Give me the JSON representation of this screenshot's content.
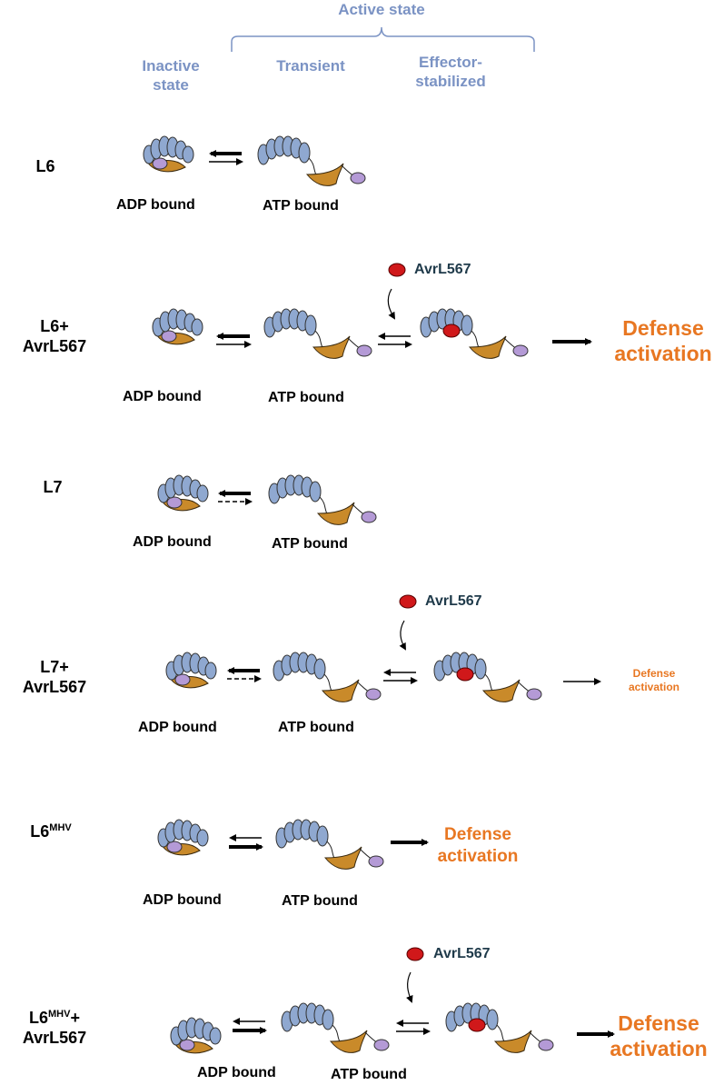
{
  "header": {
    "active_state": "Active state",
    "inactive_line1": "Inactive",
    "inactive_line2": "state",
    "transient": "Transient",
    "stabilized_line1": "Effector-",
    "stabilized_line2": "stabilized"
  },
  "rows": [
    {
      "label_line1": "L6",
      "adp": "ADP bound",
      "atp": "ATP bound"
    },
    {
      "label_line1": "L6+",
      "label_line2": "AvrL567",
      "adp": "ADP bound",
      "atp": "ATP bound",
      "effector": "AvrL567",
      "defense_line1": "Defense",
      "defense_line2": "activation"
    },
    {
      "label_line1": "L7",
      "adp": "ADP bound",
      "atp": "ATP bound"
    },
    {
      "label_line1": "L7+",
      "label_line2": "AvrL567",
      "adp": "ADP bound",
      "atp": "ATP bound",
      "effector": "AvrL567",
      "defense_line1": "Defense",
      "defense_line2": "activation"
    },
    {
      "label_line1": "L6",
      "label_sup": "MHV",
      "adp": "ADP bound",
      "atp": "ATP bound",
      "defense_line1": "Defense",
      "defense_line2": "activation"
    },
    {
      "label_line1": "L6",
      "label_sup": "MHV",
      "label_suffix": "+",
      "label_line2": "AvrL567",
      "adp": "ADP bound",
      "atp": "ATP bound",
      "effector": "AvrL567",
      "defense_line1": "Defense",
      "defense_line2": "activation"
    }
  ],
  "colors": {
    "header_text": "#7b93c4",
    "lrr_blue": "#8fa8d0",
    "nbd_orange": "#c98a2a",
    "tir_purple": "#b49ad6",
    "effector_red": "#d0181a",
    "defense_orange": "#e87722"
  }
}
